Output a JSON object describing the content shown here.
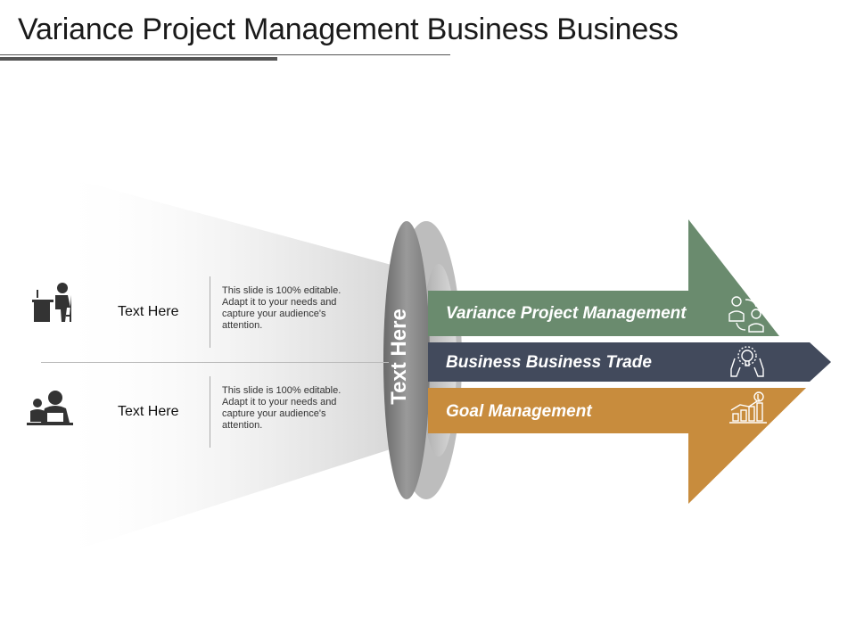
{
  "title": "Variance Project Management Business Business",
  "items": [
    {
      "label": "Text Here",
      "desc": "This slide is 100% editable. Adapt it to your needs and capture your audience's attention.",
      "icon": "office-worker-desk-icon"
    },
    {
      "label": "Text Here",
      "desc": "This slide is 100% editable. Adapt it to your needs and capture your audience's attention.",
      "icon": "business-meeting-laptop-icon"
    }
  ],
  "ring_text": "Text Here",
  "bands": [
    {
      "label": "Variance Project Management",
      "color": "#6a8b6e",
      "icon": "team-exchange-icon"
    },
    {
      "label": "Business Business Trade",
      "color": "#424a5c",
      "icon": "hands-idea-bulb-icon"
    },
    {
      "label": "Goal Management",
      "color": "#c88c3d",
      "icon": "growth-chart-dollar-icon"
    }
  ],
  "colors": {
    "ring": "#8a8a8a",
    "ring_dark": "#5c5c5c"
  }
}
